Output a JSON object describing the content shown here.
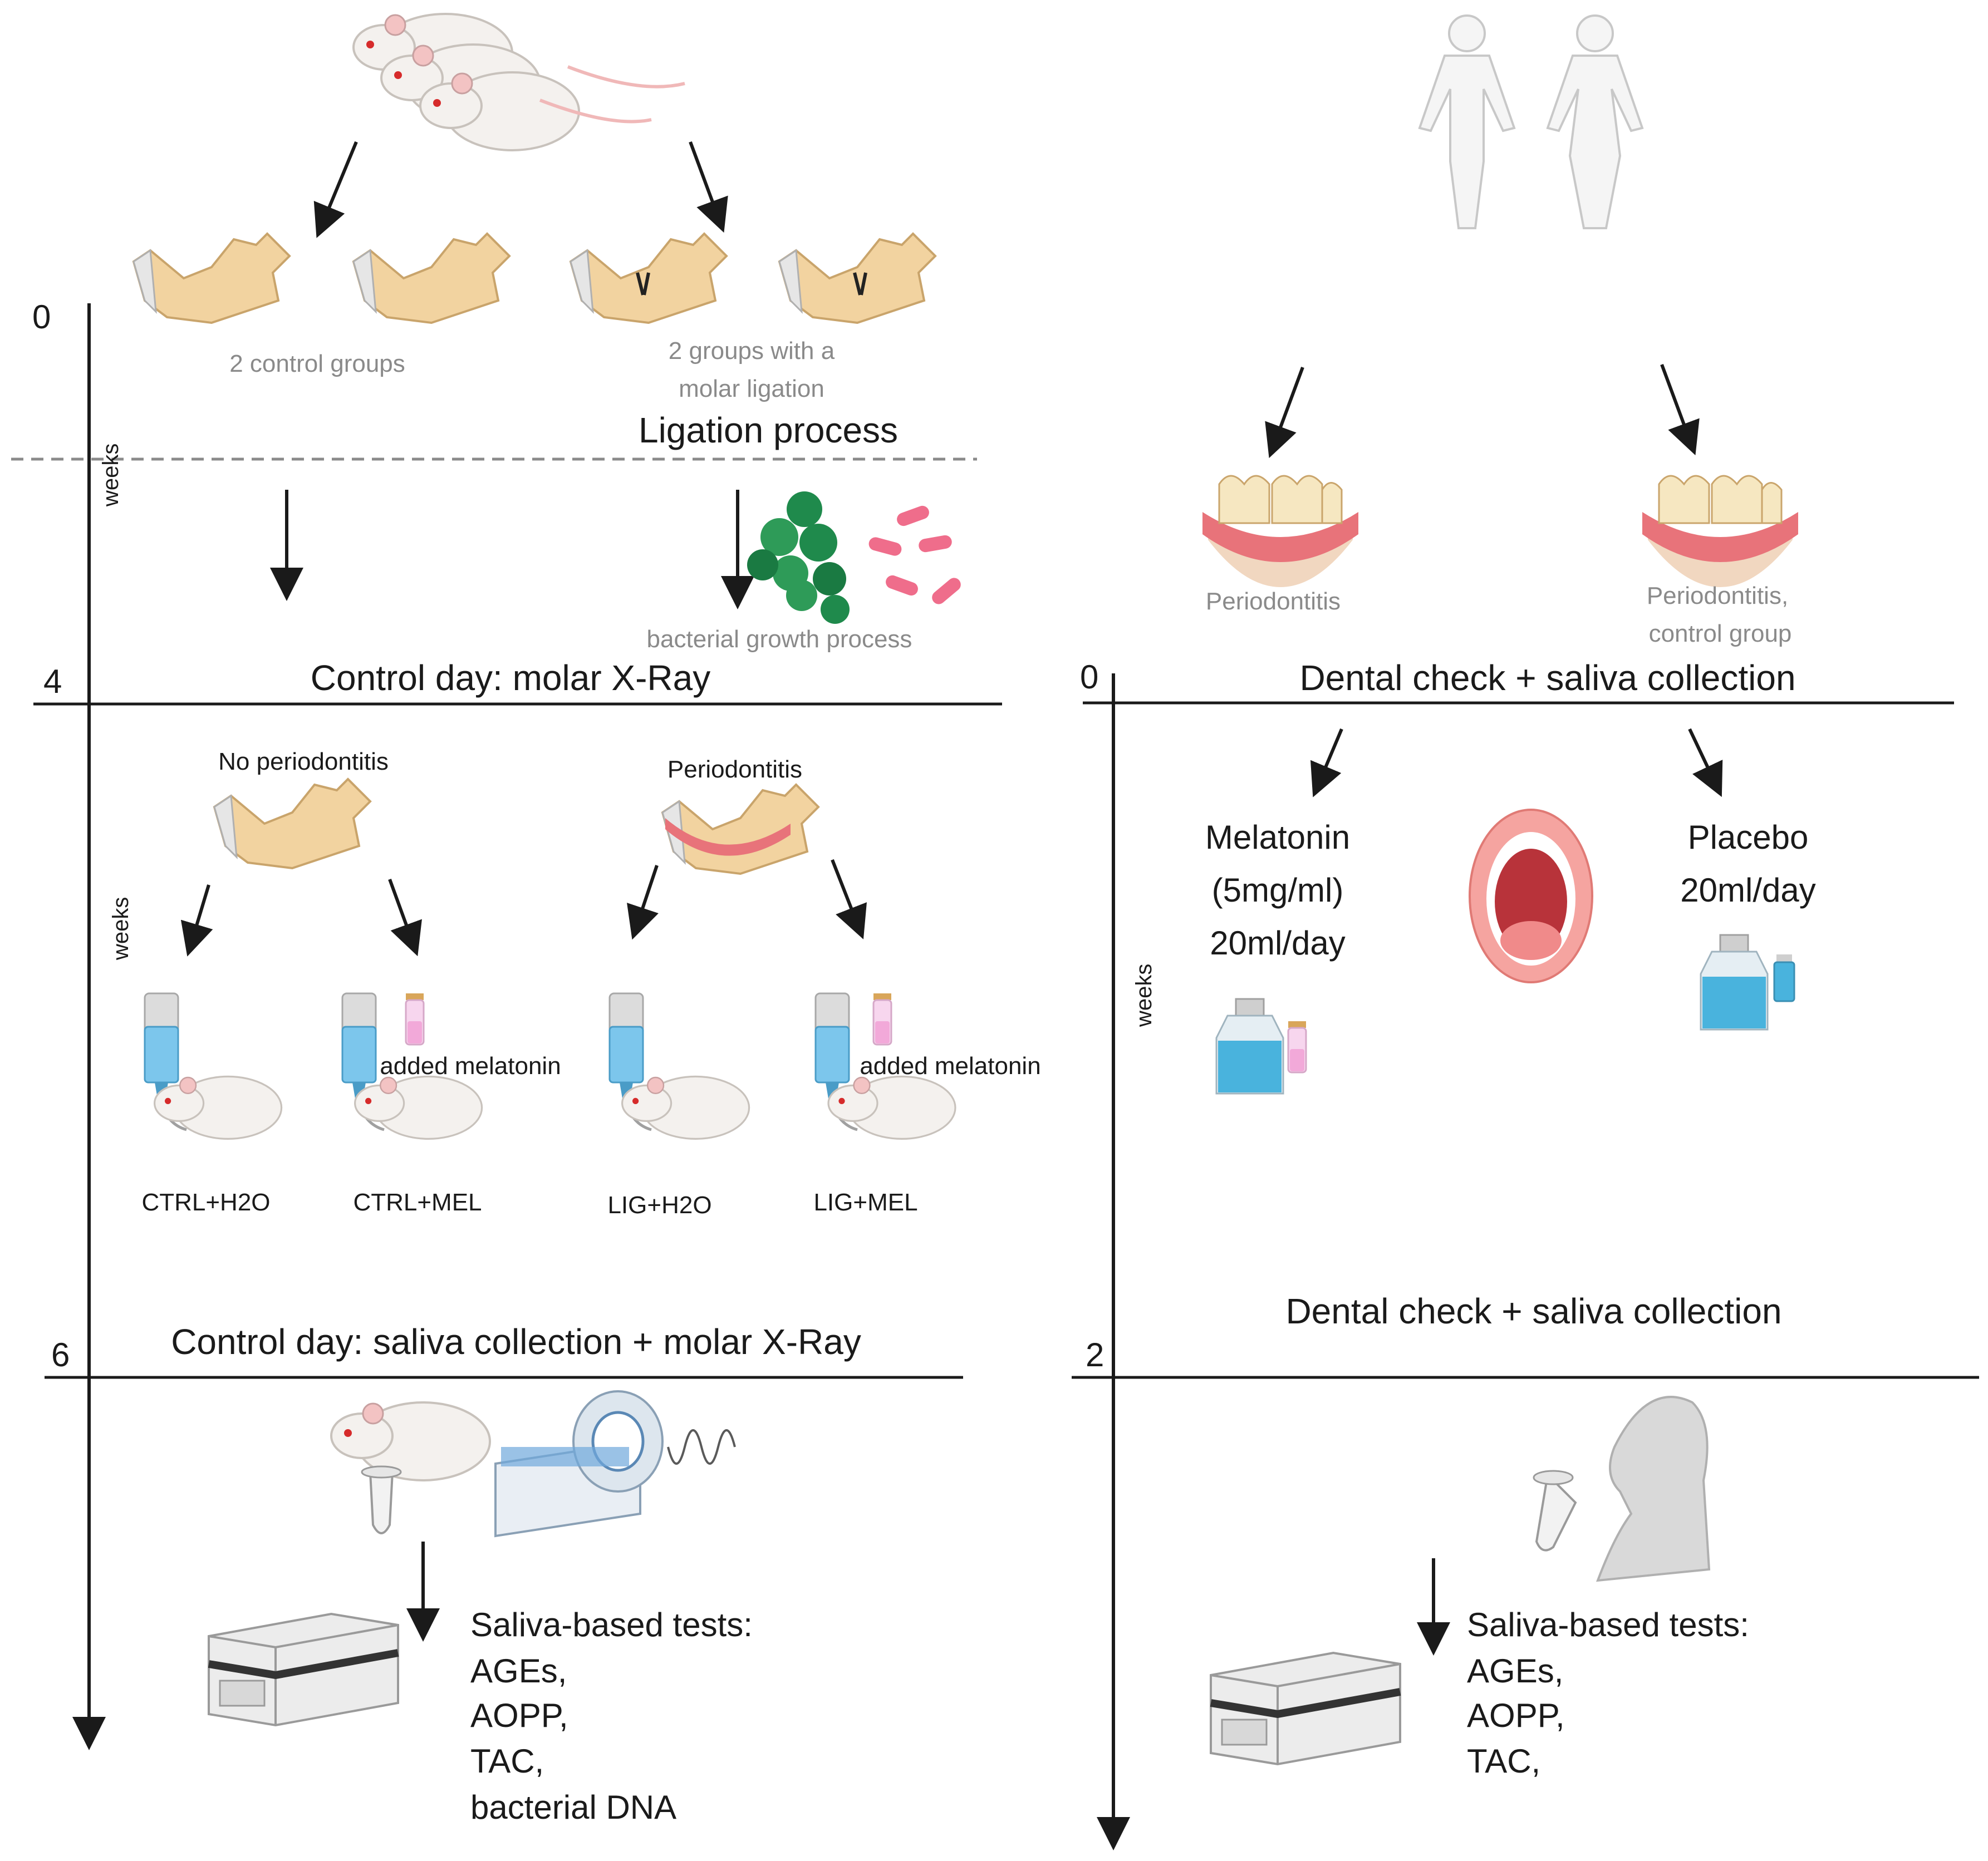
{
  "rat_study": {
    "timeline_ticks": [
      "0",
      "4",
      "6"
    ],
    "axis_label": "weeks",
    "groups_control": "2 control groups",
    "groups_ligation_1": "2 groups with a",
    "groups_ligation_2": "molar ligation",
    "ligation_process": "Ligation process",
    "bacterial_growth": "bacterial growth process",
    "control_day_1": "Control day: molar X-Ray",
    "no_periodontitis": "No periodontitis",
    "periodontitis": "Periodontitis",
    "added_melatonin": "added melatonin",
    "group_labels": [
      "CTRL+H2O",
      "CTRL+MEL",
      "LIG+H2O",
      "LIG+MEL"
    ],
    "control_day_2": "Control day: saliva collection + molar X-Ray",
    "tests_title": "Saliva-based tests:",
    "tests": [
      "AGEs,",
      "AOPP,",
      "TAC,",
      "bacterial DNA"
    ]
  },
  "human_study": {
    "timeline_ticks": [
      "0",
      "2"
    ],
    "axis_label": "weeks",
    "periodontitis": "Periodontitis",
    "periodontitis_control_1": "Periodontitis,",
    "periodontitis_control_2": "control group",
    "dental_check_1": "Dental check + saliva collection",
    "melatonin_1": "Melatonin",
    "melatonin_2": "(5mg/ml)",
    "melatonin_3": "20ml/day",
    "placebo_1": "Placebo",
    "placebo_2": "20ml/day",
    "dental_check_2": "Dental check + saliva collection",
    "tests_title": "Saliva-based tests:",
    "tests": [
      "AGEs,",
      "AOPP,",
      "TAC,"
    ]
  },
  "colors": {
    "bone": "#f2d3a0",
    "water": "#5cb7e0",
    "melatonin_vial": "#f2a9d9",
    "bacteria_green": "#1f8a4c",
    "bacteria_pink": "#ef6d8b",
    "gum": "#e8737a"
  }
}
